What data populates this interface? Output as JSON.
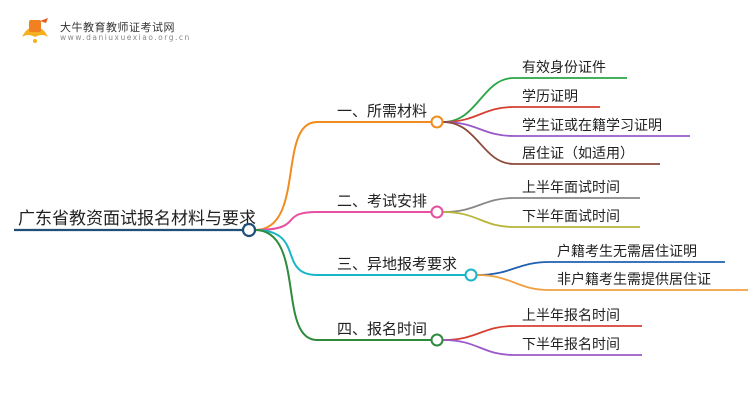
{
  "brand": {
    "title": "大牛教育教师证考试网",
    "url": "www.daniuxuexiao.org.cn"
  },
  "colors": {
    "root": "#1f4e79",
    "orange": "#f08c1e",
    "pink": "#e84fa0",
    "cyan": "#1ab6c8",
    "green_dark": "#2e8b3e",
    "green": "#2aa545",
    "red": "#d64030",
    "purple": "#9a59c8",
    "brown": "#8b4a3a",
    "gray": "#888888",
    "olive": "#b7b53a",
    "blue": "#2060b0",
    "light_orange": "#f0a040"
  },
  "mindmap": {
    "root": {
      "label": "广东省教资面试报名材料与要求"
    },
    "branches": [
      {
        "label": "一、所需材料",
        "color_key": "orange",
        "children": [
          {
            "label": "有效身份证件",
            "color_key": "green"
          },
          {
            "label": "学历证明",
            "color_key": "red"
          },
          {
            "label": "学生证或在籍学习证明",
            "color_key": "purple"
          },
          {
            "label": "居住证（如适用）",
            "color_key": "brown"
          }
        ]
      },
      {
        "label": "二、考试安排",
        "color_key": "pink",
        "children": [
          {
            "label": "上半年面试时间",
            "color_key": "gray"
          },
          {
            "label": "下半年面试时间",
            "color_key": "olive"
          }
        ]
      },
      {
        "label": "三、异地报考要求",
        "color_key": "cyan",
        "children": [
          {
            "label": "户籍考生无需居住证明",
            "color_key": "blue"
          },
          {
            "label": "非户籍考生需提供居住证",
            "color_key": "light_orange"
          }
        ]
      },
      {
        "label": "四、报名时间",
        "color_key": "green_dark",
        "children": [
          {
            "label": "上半年报名时间",
            "color_key": "red"
          },
          {
            "label": "下半年报名时间",
            "color_key": "purple"
          }
        ]
      }
    ]
  }
}
